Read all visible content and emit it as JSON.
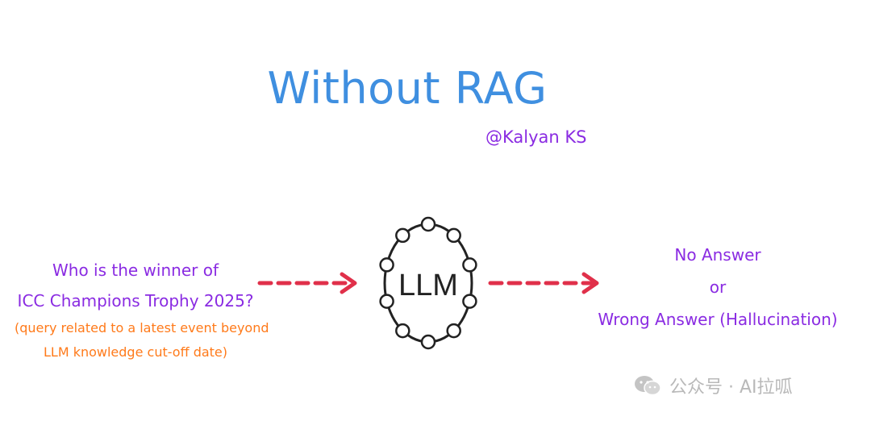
{
  "title": "Without RAG",
  "author": "@Kalyan KS",
  "query": {
    "line1": "Who is the winner of",
    "line2": "ICC Champions Trophy 2025?",
    "note_line1": "(query related to a latest event beyond",
    "note_line2": "LLM knowledge cut-off date)"
  },
  "llm_label": "LLM",
  "answer": {
    "line1": "No Answer",
    "line2": "or",
    "line3": "Wrong Answer (Hallucination)"
  },
  "watermark": "公众号 · AI拉呱",
  "colors": {
    "title": "#3f8fe0",
    "text": "#8a2be2",
    "note": "#ff7a1a",
    "arrow": "#e0304a",
    "llm": "#222222"
  }
}
